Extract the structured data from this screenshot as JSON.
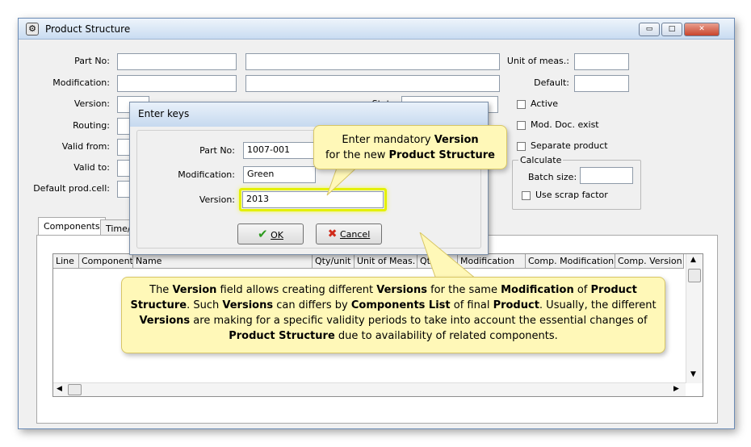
{
  "window": {
    "title": "Product Structure",
    "caption_minimize": "▭",
    "caption_maximize": "□",
    "caption_close": "✕"
  },
  "form": {
    "part_no_label": "Part No:",
    "modification_label": "Modification:",
    "version_label": "Version:",
    "routing_label": "Routing:",
    "valid_from_label": "Valid from:",
    "valid_to_label": "Valid to:",
    "default_prod_cell_label": "Default prod.cell:",
    "status_label": "Stat",
    "unit_label": "Unit of meas.:",
    "default_label": "Default:",
    "active_label": "Active",
    "mod_doc_label": "Mod. Doc. exist",
    "separate_label": "Separate product",
    "calculate_group": "Calculate",
    "batch_size_label": "Batch size:",
    "scrap_label": "Use scrap factor"
  },
  "tabs": [
    "Components",
    "Time/U"
  ],
  "grid": {
    "columns": [
      "Line",
      "Component",
      "Name",
      "Qty/unit",
      "Unit of Meas.",
      "Qty",
      "Modification",
      "Comp. Modification",
      "Comp. Version"
    ]
  },
  "dialog": {
    "title": "Enter keys",
    "part_no_label": "Part No:",
    "part_no_value": "1007-001",
    "modification_label": "Modification:",
    "modification_value": "Green",
    "version_label": "Version:",
    "version_value": "2013",
    "ok_label": "OK",
    "cancel_label": "Cancel"
  },
  "callout_top": {
    "line1_pre": "Enter mandatory ",
    "line1_bold": "Version",
    "line2_pre": "for the new ",
    "line2_bold": "Product Structure"
  },
  "callout_bottom": {
    "s1": "The ",
    "b1": "Version",
    "s2": " field allows creating different ",
    "b2": "Versions",
    "s3": " for the same ",
    "b3": "Modification",
    "s4": " of ",
    "b4": "Product Structure",
    "s5": ".  Such ",
    "b5": "Versions",
    "s6": " can differs by ",
    "b6": "Components List",
    "s7": " of final ",
    "b7": "Product",
    "s8": ".  Usually, the different ",
    "b8": "Versions",
    "s9": " are making for a specific validity periods to take into account the essential changes of ",
    "b9": "Product Structure",
    "s10": " due to availability of related components."
  },
  "colors": {
    "callout_fill": "#fff8b8",
    "highlight_field": "#e4f000",
    "ok_check": "#2e9b1f",
    "cancel_x": "#d12b1b"
  }
}
